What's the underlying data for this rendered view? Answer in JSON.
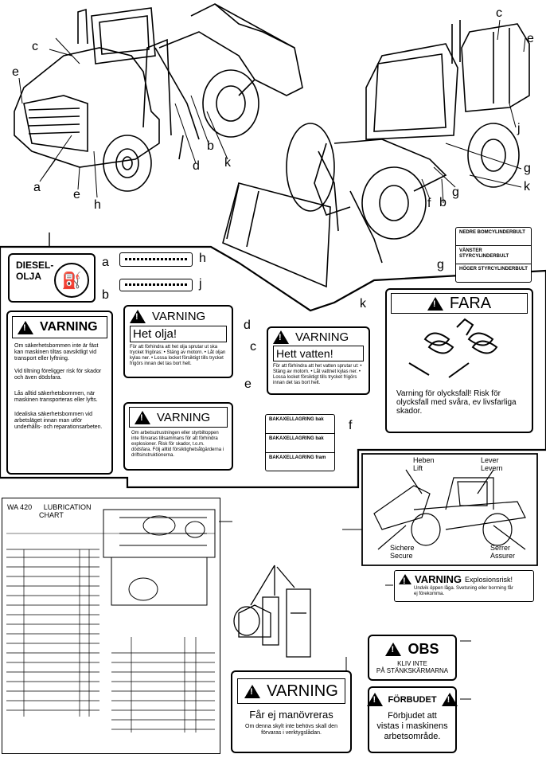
{
  "callouts": {
    "a": "a",
    "b": "b",
    "c": "c",
    "d": "d",
    "e": "e",
    "f": "f",
    "g": "g",
    "h": "h",
    "j": "j",
    "k": "k"
  },
  "diesel": {
    "line1": "DIESEL-",
    "line2": "OLJA"
  },
  "warning_b": {
    "title": "VARNING",
    "p1": "Om säkerhetsbommen inte är fäst kan maskinen tiltas oavsiktligt vid transport eller lyftning.",
    "p2": "Vid tiltning föreligger risk för skador och även dödsfara.",
    "p3": "Lås alltid säkerhetsbommen, när maskinen transporteras eller lyfts.",
    "p4": "Idealiska säkerhetsbommen vid arbetsläget innan man utför underhålls- och reparationsarbeten."
  },
  "warning_d": {
    "title": "VARNING",
    "subtitle": "Het olja!",
    "body": "För att förhindra att het olja sprutar ut ska trycket frigöras: • Stäng av motorn. • Låt oljan kylas ner. • Lossa locket försiktigt tills trycket frigörs innan det tas bort helt."
  },
  "warning_c": {
    "title": "VARNING",
    "subtitle": "Hett vatten!",
    "body": "För att förhindra att het vatten sprutar ut: • Stäng av motorn. • Låt vattnet kylas ner. • Lossa locket försiktigt tills trycket frigörs innan det tas bort helt."
  },
  "warning_e": {
    "title": "VARNING",
    "body": "Om arbetsutrustningen eller styrbiltoppen inte förvaras tillsammans för att förhindra explosioner. Risk för skador, t.o.m. dödsfara. Följ alltid försiktighetsåtgärderna i driftsinstruktionerna."
  },
  "label_f": [
    "BAKAXELLAGRING bak",
    "BAKAXELLAGRING bak",
    "BAKAXELLAGRING fram"
  ],
  "label_g": [
    "NEDRE BOMCYLINDERBULT",
    "VÄNSTER STYRCYLINDERBULT",
    "HÖGER STYRCYLINDERBULT"
  ],
  "fara": {
    "title": "FARA",
    "text": "Varning för olycksfall! Risk för olycksfall med svåra, ev livsfarliga skador."
  },
  "lever_diagram": {
    "heben": "Heben",
    "lift": "Lift",
    "lever": "Lever",
    "levern": "Levern",
    "sichere": "Sichere",
    "secure": "Secure",
    "serrer": "Serrer",
    "assurer": "Assurer"
  },
  "explosion": {
    "title": "VARNING",
    "subtitle": "Explosionsrisk!",
    "body": "Undvik öppen låga. Svetsning eller borrning får ej förekomma."
  },
  "obs": {
    "title": "OBS",
    "line1": "KLIV INTE",
    "line2": "PÅ STÄNKSKÄRMARNA"
  },
  "forbudet": {
    "title": "FÖRBUDET",
    "line1": "Förbjudet att",
    "line2": "vistas i maskinens",
    "line3": "arbetsområde."
  },
  "manovrera": {
    "title": "VARNING",
    "subtitle": "Får ej manövreras",
    "body": "Om denna skylt inte behövs skall den förvaras i verktygslådan."
  },
  "lubrication": {
    "model": "WA 420",
    "title": "LUBRICATION",
    "title2": "CHART"
  }
}
